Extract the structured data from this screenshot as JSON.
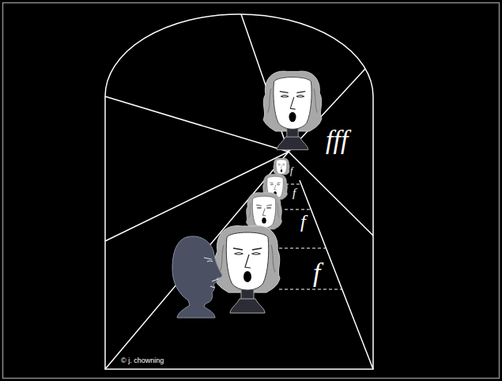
{
  "diagram": {
    "labels": [
      "fff",
      "f",
      "f",
      "f",
      "f",
      "© j. chowning"
    ]
  }
}
